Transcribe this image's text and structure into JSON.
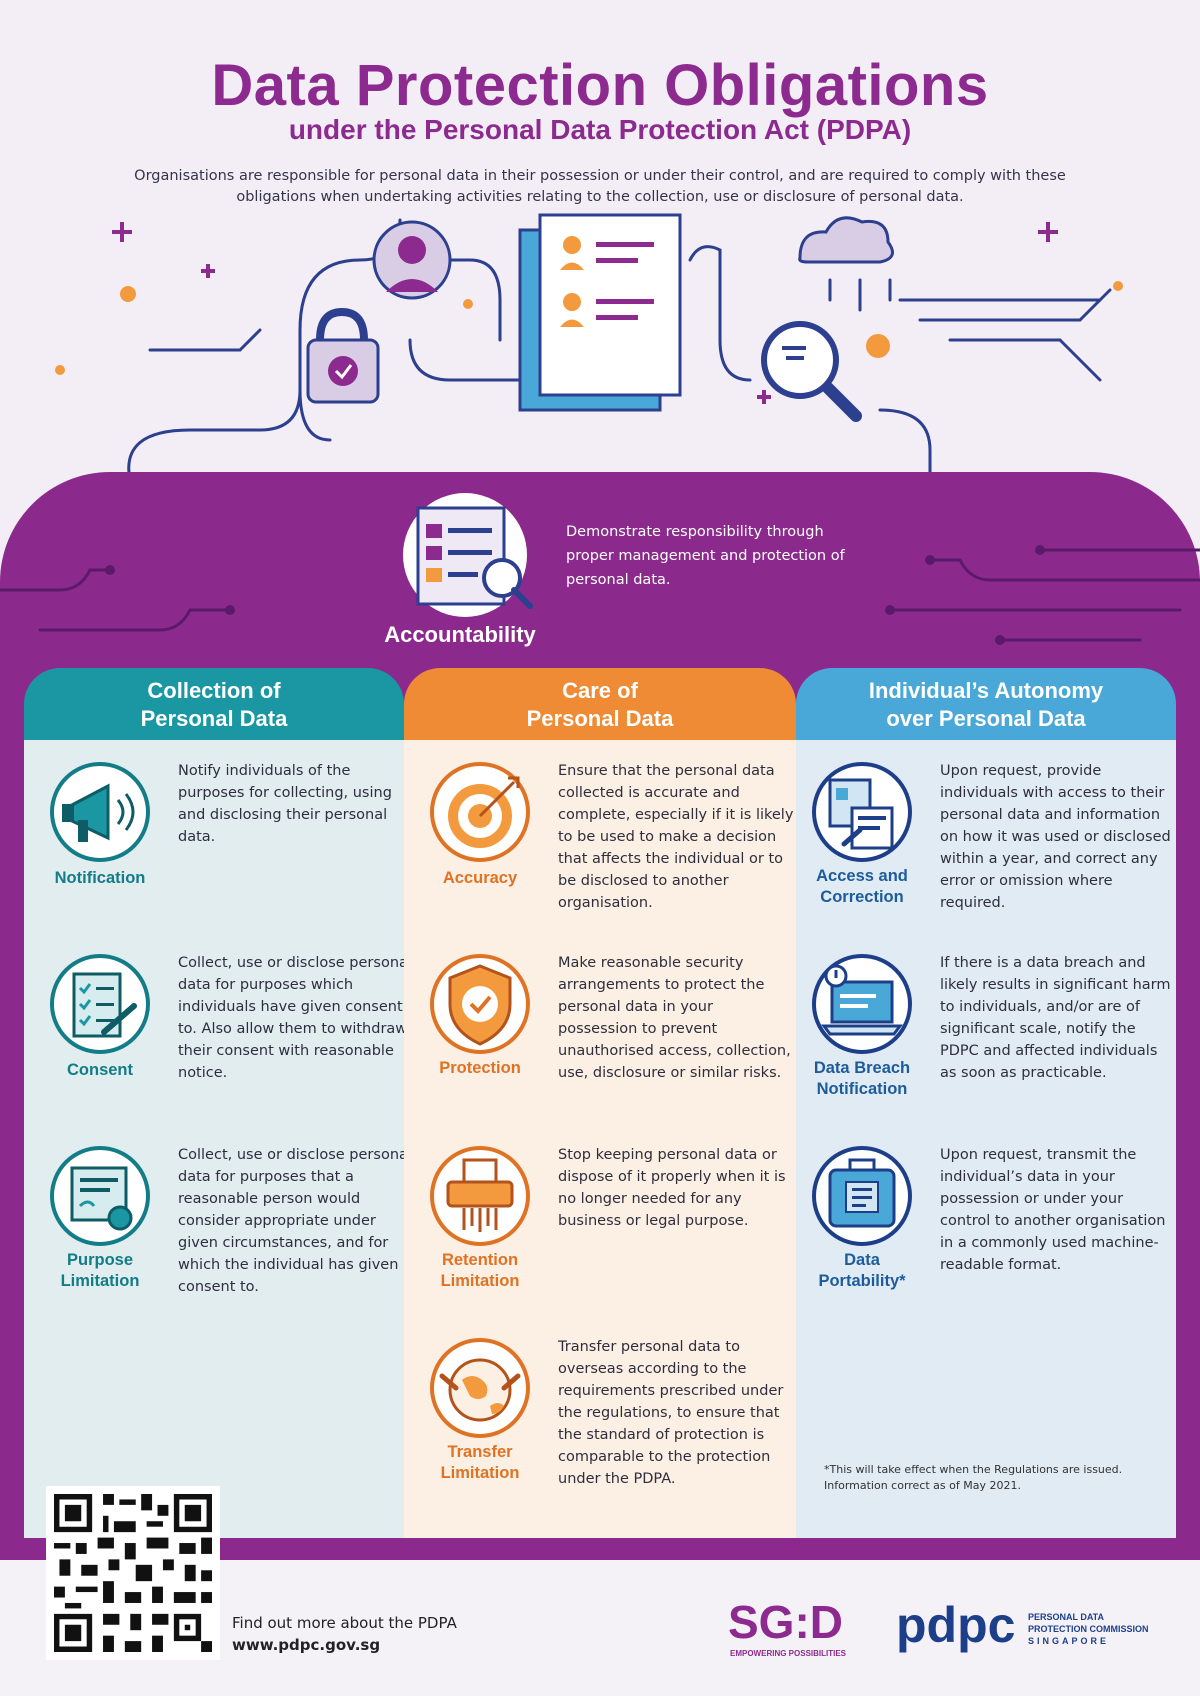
{
  "header": {
    "title": "Data Protection Obligations",
    "subtitle": "under the Personal Data Protection Act (PDPA)",
    "intro": "Organisations are responsible for personal data in their possession or under their control, and are required to comply with these obligations when undertaking activities relating to the collection, use or disclosure of personal data."
  },
  "accountability": {
    "title": "Accountability",
    "description": "Demonstrate responsibility through proper management and protection of personal data."
  },
  "columns": [
    {
      "title_line1": "Collection of",
      "title_line2": "Personal Data",
      "color": "#1a97a3",
      "items": [
        {
          "label": "Notification",
          "icon": "megaphone-icon",
          "description": "Notify individuals of the purposes for collecting, using and disclosing their personal data."
        },
        {
          "label": "Consent",
          "icon": "checklist-icon",
          "description": "Collect, use or disclose personal data for purposes which individuals have given consent to. Also allow them to withdraw their consent with reasonable notice."
        },
        {
          "label_line1": "Purpose",
          "label_line2": "Limitation",
          "icon": "certificate-icon",
          "description": "Collect, use or disclose personal data for purposes that a reasonable person would consider appropriate under given circumstances, and for which the individual has given consent to."
        }
      ]
    },
    {
      "title_line1": "Care of",
      "title_line2": "Personal Data",
      "color": "#ef8a35",
      "items": [
        {
          "label": "Accuracy",
          "icon": "target-icon",
          "description": "Ensure that the personal data collected is accurate and complete, especially if it is likely to be used to make a decision that affects the individual or to be disclosed to another organisation."
        },
        {
          "label": "Protection",
          "icon": "shield-icon",
          "description": "Make reasonable security arrangements to protect the personal data in your possession to prevent unauthorised access, collection, use, disclosure or similar risks."
        },
        {
          "label_line1": "Retention",
          "label_line2": "Limitation",
          "icon": "shredder-icon",
          "description": "Stop keeping personal data or dispose of it properly when it is no longer needed for any business or legal purpose."
        },
        {
          "label_line1": "Transfer",
          "label_line2": "Limitation",
          "icon": "globe-icon",
          "description": "Transfer personal data to overseas according to the requirements prescribed under the regulations, to ensure that the standard of protection is comparable to the protection under the PDPA."
        }
      ]
    },
    {
      "title_line1": "Individual’s Autonomy",
      "title_line2": "over Personal Data",
      "color": "#4aa8d8",
      "items": [
        {
          "label_line1": "Access and",
          "label_line2": "Correction",
          "icon": "documents-icon",
          "description": "Upon request, provide individuals with access to their personal data and information on how it was used or disclosed within a year, and correct any error or omission where required."
        },
        {
          "label_line1": "Data Breach",
          "label_line2": "Notification",
          "icon": "laptop-alert-icon",
          "description": "If there is a data breach and likely results in significant harm to individuals, and/or are of significant scale, notify the PDPC and affected individuals as soon as practicable."
        },
        {
          "label_line1": "Data",
          "label_line2": "Portability*",
          "icon": "briefcase-icon",
          "description": "Upon request, transmit the individual’s data in your possession or under your control to another organisation in a commonly used machine-readable format."
        }
      ]
    }
  ],
  "footnote": "*This will take effect when the Regulations are issued. Information correct as of May 2021.",
  "footer": {
    "find_more": "Find out more about the PDPA",
    "url": "www.pdpc.gov.sg",
    "sgd_logo": "SG:D",
    "sgd_tagline": "EMPOWERING POSSIBILITIES",
    "pdpc_logo": "pdpc",
    "pdpc_line1": "PERSONAL DATA",
    "pdpc_line2": "PROTECTION COMMISSION",
    "pdpc_line3": "SINGAPORE"
  },
  "colors": {
    "purple": "#8b2a8c",
    "teal": "#1a97a3",
    "orange": "#ef8a35",
    "blue": "#4aa8d8",
    "navy": "#1d3f8a"
  }
}
